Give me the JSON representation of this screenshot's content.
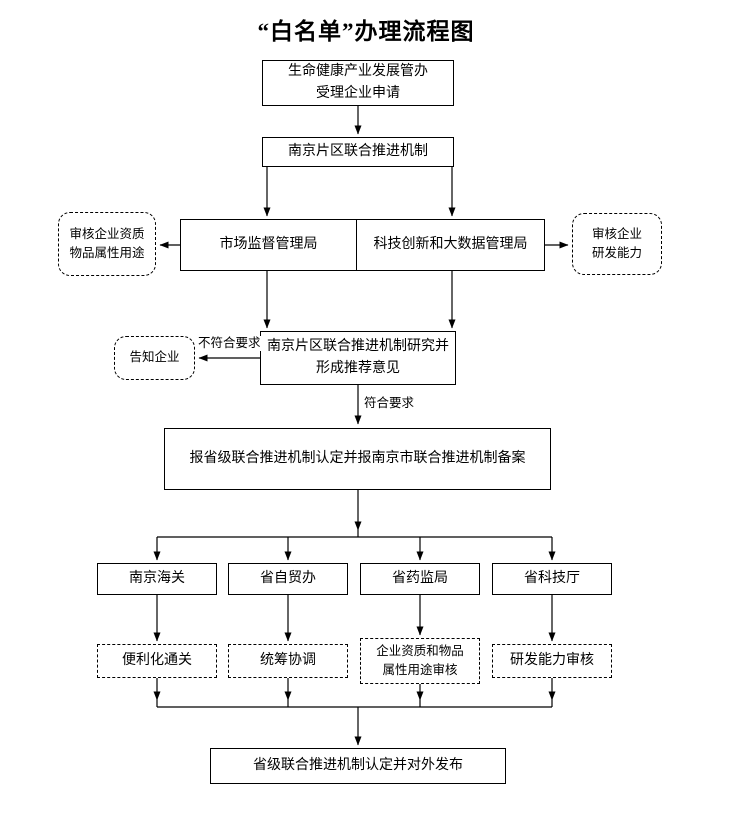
{
  "title": "“白名单”办理流程图",
  "nodes": {
    "accept": "生命健康产业发展管办\n受理企业申请",
    "joint": "南京片区联合推进机制",
    "market": "市场监督管理局",
    "tech": "科技创新和大数据管理局",
    "check_qual": "审核企业资质\n物品属性用途",
    "check_rd": "审核企业\n研发能力",
    "study": "南京片区联合推进机制研究并\n形成推荐意见",
    "notify": "告知企业",
    "provincial": "报省级联合推进机制认定并报南京市联合推进机制备案",
    "customs": "南京海关",
    "ftz": "省自贸办",
    "drug": "省药监局",
    "scitech": "省科技厅",
    "facilitation": "便利化通关",
    "coordination": "统筹协调",
    "qual_review": "企业资质和物品\n属性用途审核",
    "rd_review": "研发能力审核",
    "publish": "省级联合推进机制认定并对外发布"
  },
  "labels": {
    "not_qualified": "不符合要求",
    "qualified": "符合要求"
  },
  "colors": {
    "line": "#000000",
    "background": "#ffffff",
    "text": "#000000"
  }
}
